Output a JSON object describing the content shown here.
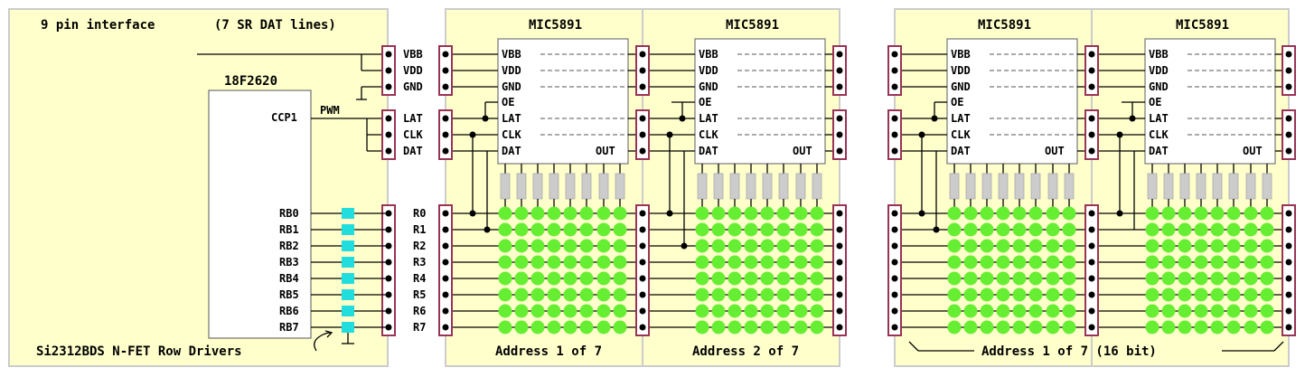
{
  "interface": {
    "title": "9 pin interface",
    "subtitle": "(7 SR DAT lines)",
    "mcu": "18F2620",
    "ccp_pin": "CCP1",
    "pwm_label": "PWM",
    "rb_pins": [
      "RB0",
      "RB1",
      "RB2",
      "RB3",
      "RB4",
      "RB5",
      "RB6",
      "RB7"
    ],
    "power_pins": [
      "VBB",
      "VDD",
      "GND"
    ],
    "ctrl_pins": [
      "LAT",
      "CLK",
      "DAT"
    ],
    "row_pins": [
      "R0",
      "R1",
      "R2",
      "R3",
      "R4",
      "R5",
      "R6",
      "R7"
    ],
    "footer": "Si2312BDS N-FET Row Drivers"
  },
  "chip": {
    "name": "MIC5891",
    "pins": [
      "VBB",
      "VDD",
      "GND",
      "OE",
      "LAT",
      "CLK",
      "DAT"
    ],
    "out_label": "OUT"
  },
  "boards": [
    {
      "caption": "Address 1 of 7"
    },
    {
      "caption": "Address 2 of 7"
    },
    {
      "caption": "Address 1 of 7 (16 bit)"
    }
  ],
  "colors": {
    "panel": "#ffffcc",
    "panel_border": "#cccccc",
    "connector": "#993355",
    "led": "#66ee33",
    "fet": "#22dddd",
    "resistor": "#cccccc"
  }
}
